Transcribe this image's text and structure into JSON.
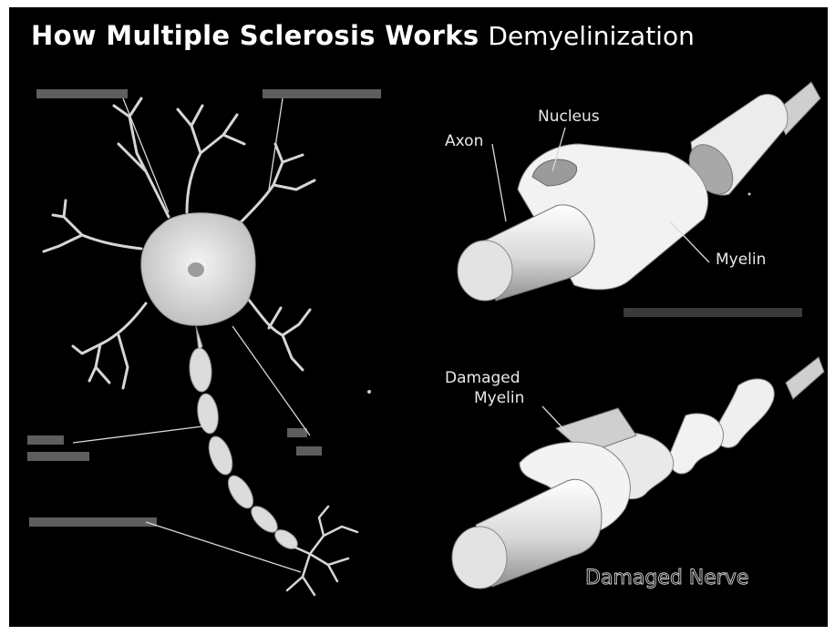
{
  "title": {
    "bold": "How Multiple Sclerosis Works",
    "light": "Demyelinization"
  },
  "labels": {
    "nucleus": "Nucleus",
    "axon": "Axon",
    "myelin": "Myelin",
    "damaged_myelin_line1": "Damaged",
    "damaged_myelin_line2": "Myelin",
    "damaged_nerve": "Damaged Nerve"
  },
  "colors": {
    "background": "#000000",
    "tissue": "#e6e6e6",
    "text": "#ffffff"
  }
}
